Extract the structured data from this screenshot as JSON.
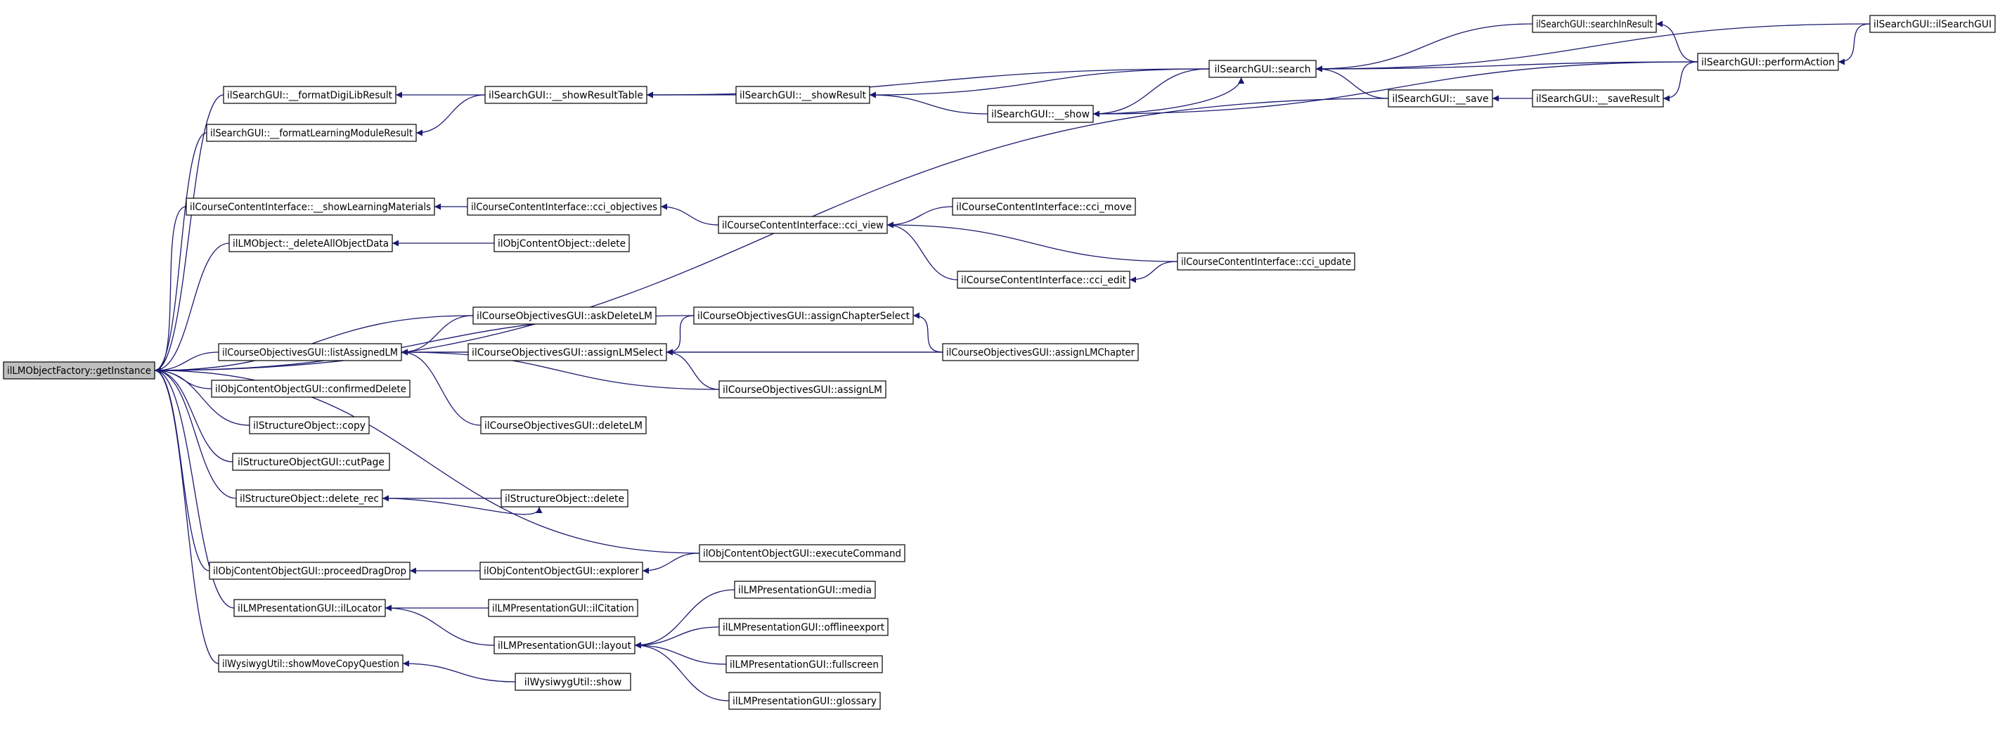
{
  "diagram": {
    "type": "call-graph",
    "edge_color": "#191970",
    "root_fill": "#bfbfbf",
    "nodes": [
      {
        "id": "root",
        "label": "ilLMObjectFactory::getInstance",
        "root": true
      },
      {
        "id": "fmtDigi",
        "label": "ilSearchGUI::__formatDigiLibResult"
      },
      {
        "id": "fmtLM",
        "label": "ilSearchGUI::__formatLearningModuleResult"
      },
      {
        "id": "showResTable",
        "label": "ilSearchGUI::__showResultTable"
      },
      {
        "id": "showRes",
        "label": "ilSearchGUI::__showResult"
      },
      {
        "id": "search",
        "label": "ilSearchGUI::search"
      },
      {
        "id": "searchIn",
        "label": "ilSearchGUI::searchInResult"
      },
      {
        "id": "perform",
        "label": "ilSearchGUI::performAction"
      },
      {
        "id": "ilSearchGUI",
        "label": "ilSearchGUI::ilSearchGUI"
      },
      {
        "id": "show",
        "label": "ilSearchGUI::__show"
      },
      {
        "id": "save",
        "label": "ilSearchGUI::__save"
      },
      {
        "id": "saveRes",
        "label": "ilSearchGUI::__saveResult"
      },
      {
        "id": "showLM",
        "label": "ilCourseContentInterface::__showLearningMaterials"
      },
      {
        "id": "cciObj",
        "label": "ilCourseContentInterface::cci_objectives"
      },
      {
        "id": "cciView",
        "label": "ilCourseContentInterface::cci_view"
      },
      {
        "id": "cciMove",
        "label": "ilCourseContentInterface::cci_move"
      },
      {
        "id": "cciEdit",
        "label": "ilCourseContentInterface::cci_edit"
      },
      {
        "id": "cciUpdate",
        "label": "ilCourseContentInterface::cci_update"
      },
      {
        "id": "delAll",
        "label": "ilLMObject::_deleteAllObjectData"
      },
      {
        "id": "objDel",
        "label": "ilObjContentObject::delete"
      },
      {
        "id": "askDel",
        "label": "ilCourseObjectivesGUI::askDeleteLM"
      },
      {
        "id": "chapSel",
        "label": "ilCourseObjectivesGUI::assignChapterSelect"
      },
      {
        "id": "listLM",
        "label": "ilCourseObjectivesGUI::listAssignedLM"
      },
      {
        "id": "lmSel",
        "label": "ilCourseObjectivesGUI::assignLMSelect"
      },
      {
        "id": "lmChap",
        "label": "ilCourseObjectivesGUI::assignLMChapter"
      },
      {
        "id": "assignLM",
        "label": "ilCourseObjectivesGUI::assignLM"
      },
      {
        "id": "confDel",
        "label": "ilObjContentObjectGUI::confirmedDelete"
      },
      {
        "id": "delLM",
        "label": "ilCourseObjectivesGUI::deleteLM"
      },
      {
        "id": "copy",
        "label": "ilStructureObject::copy"
      },
      {
        "id": "cut",
        "label": "ilStructureObjectGUI::cutPage"
      },
      {
        "id": "delRec",
        "label": "ilStructureObject::delete_rec"
      },
      {
        "id": "sDel",
        "label": "ilStructureObject::delete"
      },
      {
        "id": "execCmd",
        "label": "ilObjContentObjectGUI::executeCommand"
      },
      {
        "id": "drag",
        "label": "ilObjContentObjectGUI::proceedDragDrop"
      },
      {
        "id": "explorer",
        "label": "ilObjContentObjectGUI::explorer"
      },
      {
        "id": "locator",
        "label": "ilLMPresentationGUI::ilLocator"
      },
      {
        "id": "citation",
        "label": "ilLMPresentationGUI::ilCitation"
      },
      {
        "id": "layout",
        "label": "ilLMPresentationGUI::layout"
      },
      {
        "id": "media",
        "label": "ilLMPresentationGUI::media"
      },
      {
        "id": "offline",
        "label": "ilLMPresentationGUI::offlineexport"
      },
      {
        "id": "fullscreen",
        "label": "ilLMPresentationGUI::fullscreen"
      },
      {
        "id": "glossary",
        "label": "ilLMPresentationGUI::glossary"
      },
      {
        "id": "moveCopy",
        "label": "ilWysiwygUtil::showMoveCopyQuestion"
      },
      {
        "id": "wShow",
        "label": "ilWysiwygUtil::show"
      }
    ],
    "edges": [
      {
        "from": "fmtDigi",
        "to": "root"
      },
      {
        "from": "fmtLM",
        "to": "root"
      },
      {
        "from": "save",
        "to": "root"
      },
      {
        "from": "showLM",
        "to": "root"
      },
      {
        "from": "delAll",
        "to": "root"
      },
      {
        "from": "chapSel",
        "to": "root"
      },
      {
        "from": "askDel",
        "to": "root"
      },
      {
        "from": "listLM",
        "to": "root"
      },
      {
        "from": "confDel",
        "to": "root"
      },
      {
        "from": "copy",
        "to": "root"
      },
      {
        "from": "cut",
        "to": "root"
      },
      {
        "from": "delRec",
        "to": "root"
      },
      {
        "from": "execCmd",
        "to": "root"
      },
      {
        "from": "drag",
        "to": "root"
      },
      {
        "from": "locator",
        "to": "root"
      },
      {
        "from": "moveCopy",
        "to": "root"
      },
      {
        "from": "showResTable",
        "to": "fmtDigi"
      },
      {
        "from": "showResTable",
        "to": "fmtLM"
      },
      {
        "from": "showRes",
        "to": "showResTable"
      },
      {
        "from": "search",
        "to": "showResTable"
      },
      {
        "from": "search",
        "to": "showRes"
      },
      {
        "from": "show",
        "to": "showRes"
      },
      {
        "from": "search",
        "to": "show"
      },
      {
        "from": "show",
        "to": "search"
      },
      {
        "from": "perform",
        "to": "show"
      },
      {
        "from": "searchIn",
        "to": "search"
      },
      {
        "from": "perform",
        "to": "search"
      },
      {
        "from": "ilSearchGUI",
        "to": "search"
      },
      {
        "from": "save",
        "to": "search"
      },
      {
        "from": "perform",
        "to": "searchIn"
      },
      {
        "from": "ilSearchGUI",
        "to": "perform"
      },
      {
        "from": "saveRes",
        "to": "save"
      },
      {
        "from": "perform",
        "to": "saveRes"
      },
      {
        "from": "cciObj",
        "to": "showLM"
      },
      {
        "from": "cciView",
        "to": "cciObj"
      },
      {
        "from": "cciMove",
        "to": "cciView"
      },
      {
        "from": "cciUpdate",
        "to": "cciView"
      },
      {
        "from": "cciEdit",
        "to": "cciView"
      },
      {
        "from": "cciUpdate",
        "to": "cciEdit"
      },
      {
        "from": "objDel",
        "to": "delAll"
      },
      {
        "from": "askDel",
        "to": "listLM"
      },
      {
        "from": "lmSel",
        "to": "listLM"
      },
      {
        "from": "assignLM",
        "to": "listLM"
      },
      {
        "from": "delLM",
        "to": "listLM"
      },
      {
        "from": "lmChap",
        "to": "listLM"
      },
      {
        "from": "chapSel",
        "to": "lmSel"
      },
      {
        "from": "lmChap",
        "to": "lmSel"
      },
      {
        "from": "assignLM",
        "to": "lmSel"
      },
      {
        "from": "lmChap",
        "to": "chapSel"
      },
      {
        "from": "sDel",
        "to": "delRec"
      },
      {
        "from": "delRec",
        "to": "sDel"
      },
      {
        "from": "explorer",
        "to": "drag"
      },
      {
        "from": "execCmd",
        "to": "explorer"
      },
      {
        "from": "citation",
        "to": "locator"
      },
      {
        "from": "layout",
        "to": "locator"
      },
      {
        "from": "media",
        "to": "layout"
      },
      {
        "from": "offline",
        "to": "layout"
      },
      {
        "from": "fullscreen",
        "to": "layout"
      },
      {
        "from": "glossary",
        "to": "layout"
      },
      {
        "from": "wShow",
        "to": "moveCopy"
      }
    ]
  }
}
